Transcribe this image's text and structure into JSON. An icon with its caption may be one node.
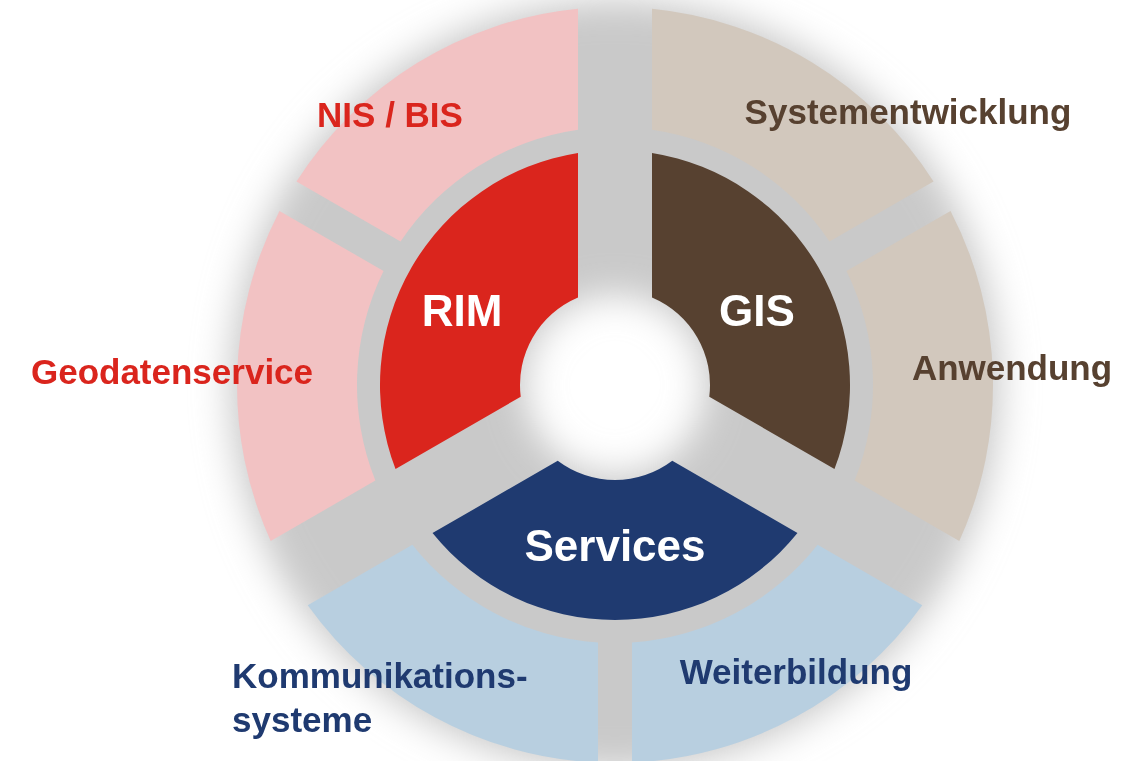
{
  "diagram": {
    "nodes": [
      {
        "text": [
          "RIM"
        ]
      },
      {
        "text": [
          "GIS"
        ]
      },
      {
        "text": [
          "Services"
        ]
      },
      {
        "text": [
          "NIS / BIS"
        ]
      },
      {
        "text": [
          "Systementwicklung"
        ]
      },
      {
        "text": [
          "Anwendung"
        ]
      },
      {
        "text": [
          "Weiterbildung"
        ]
      },
      {
        "text": [
          "Kommunikations- systeme"
        ]
      },
      {
        "text": [
          "Geodatenservice"
        ]
      }
    ]
  }
}
